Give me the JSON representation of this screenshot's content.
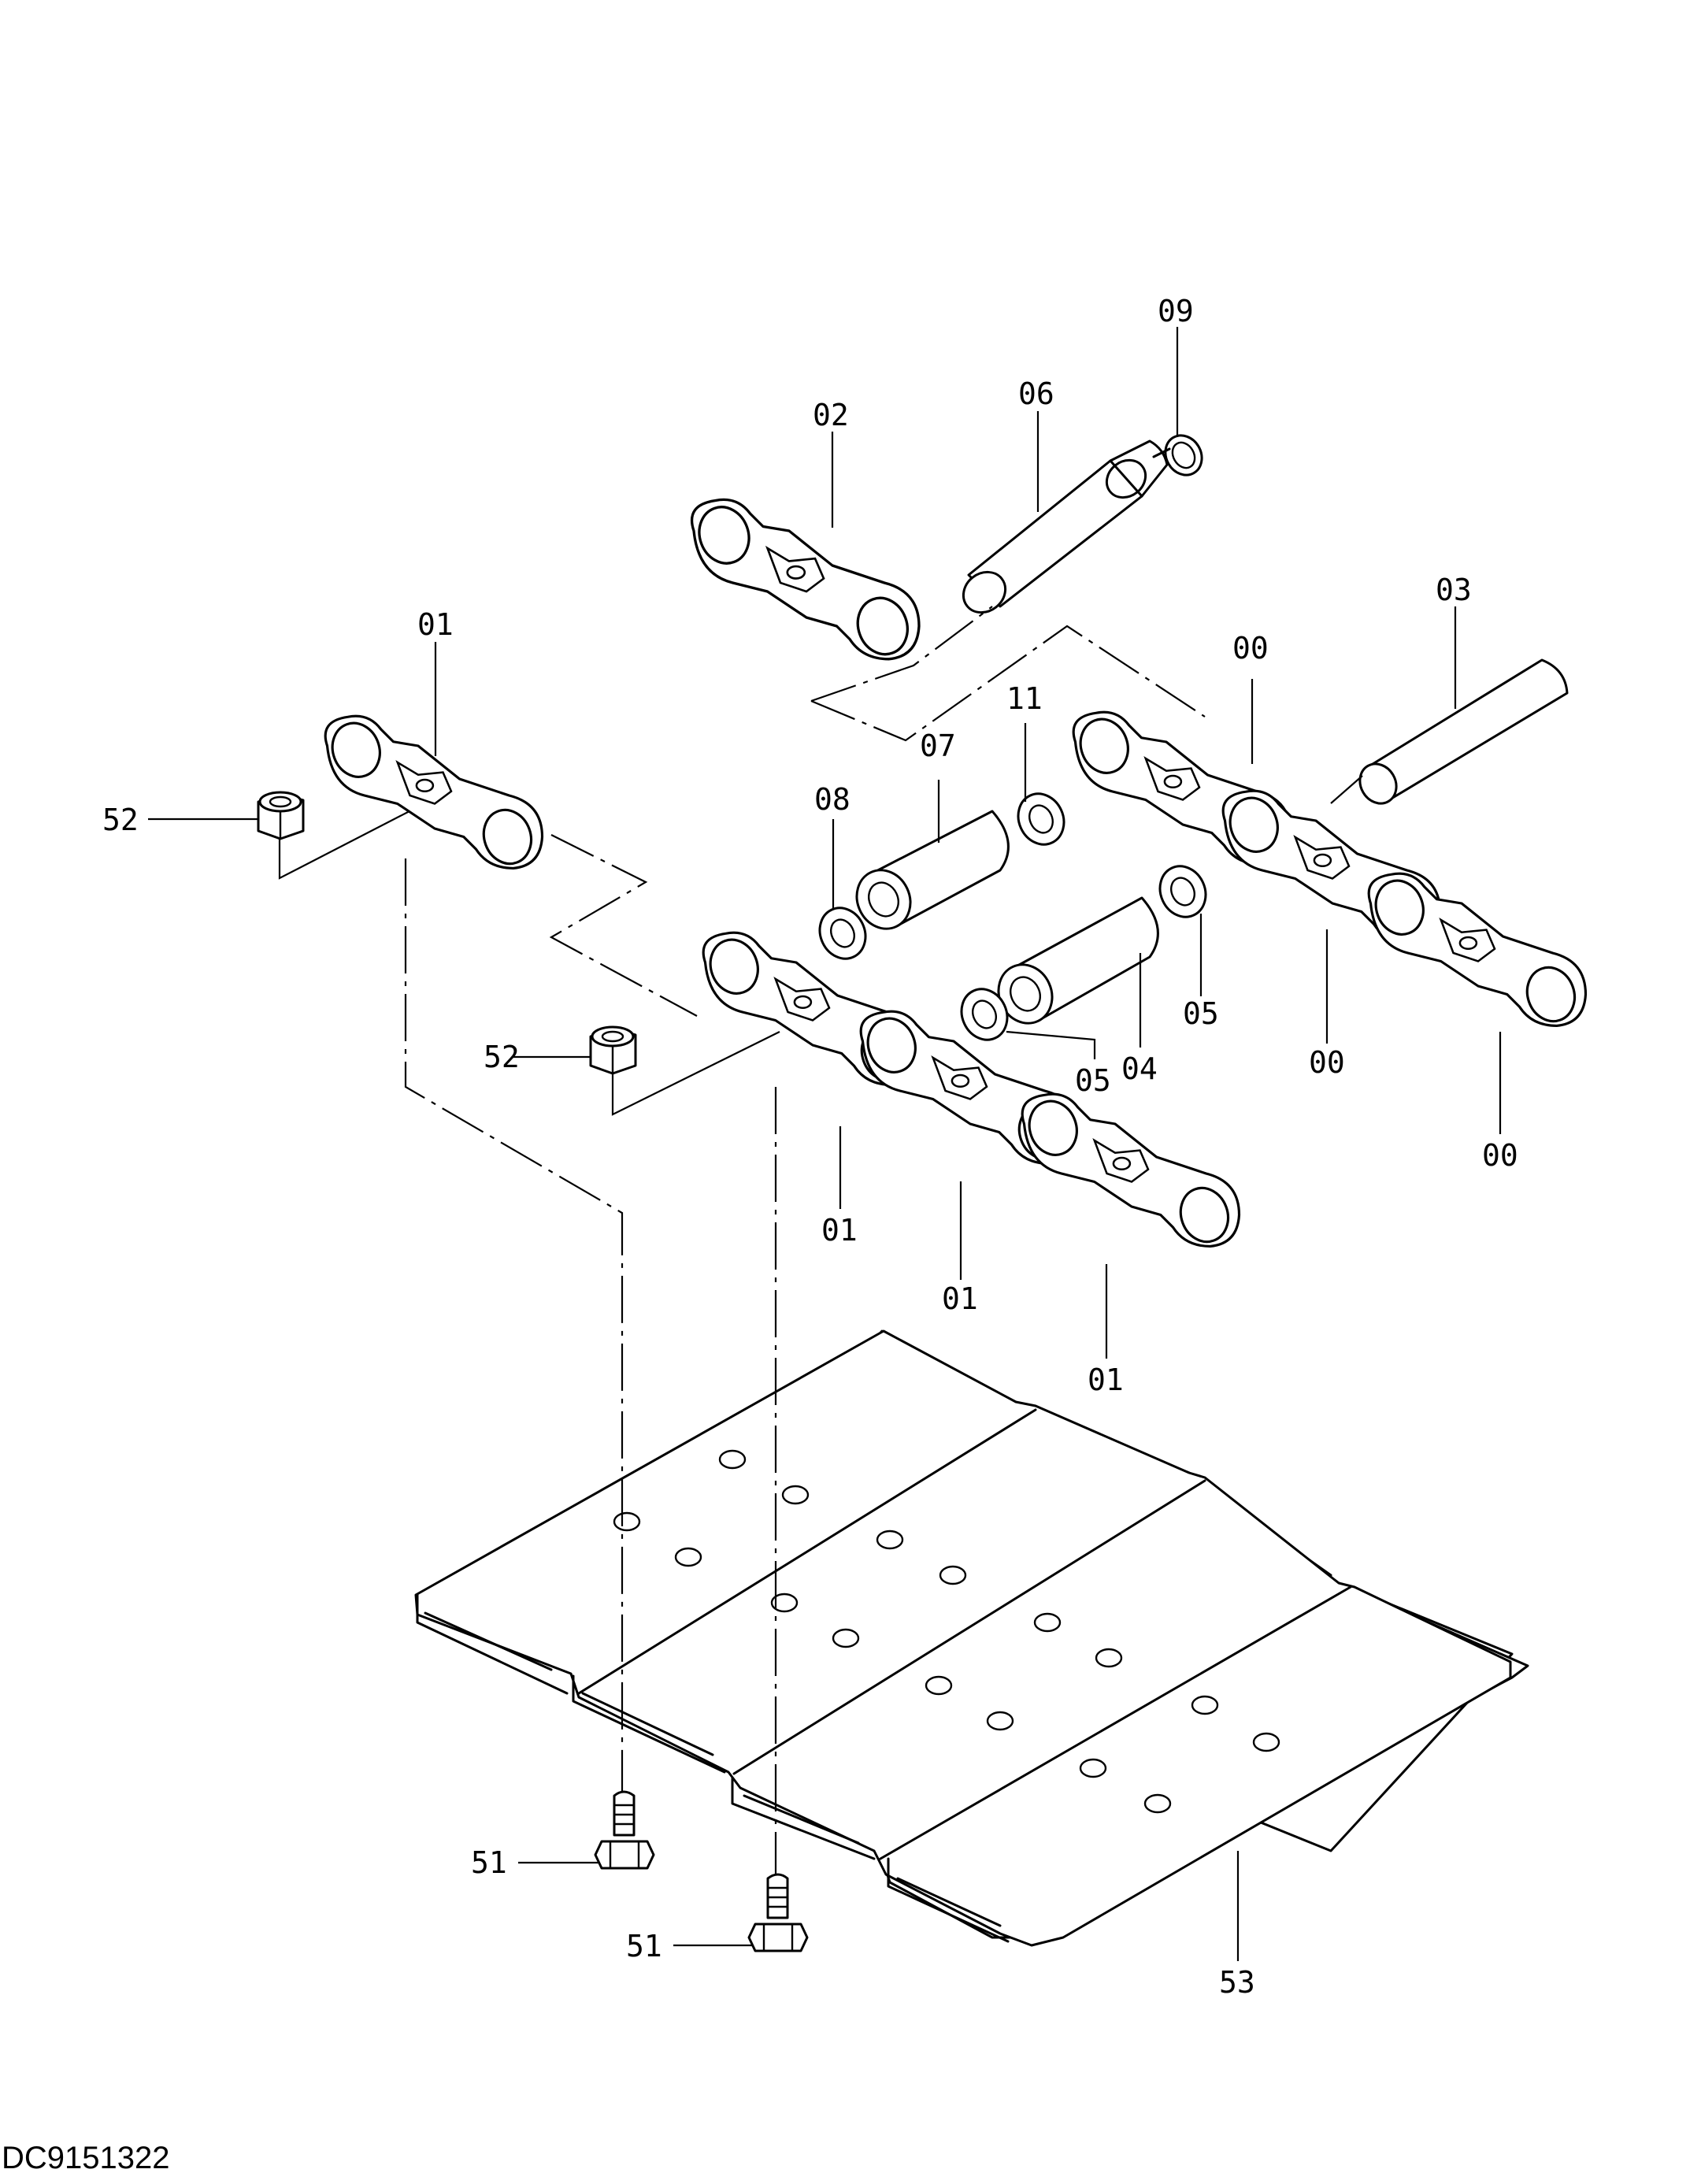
{
  "diagram_code": "DC9151322",
  "labels": {
    "l09": "09",
    "l06": "06",
    "l02": "02",
    "l03": "03",
    "l00_top": "00",
    "l11": "11",
    "l07": "07",
    "l08": "08",
    "l01_left": "01",
    "l52_top": "52",
    "l52_mid": "52",
    "l05_a": "05",
    "l05_b": "05",
    "l04": "04",
    "l00_mid": "00",
    "l00_right": "00",
    "l01_a": "01",
    "l01_b": "01",
    "l01_c": "01",
    "l51_a": "51",
    "l51_b": "51",
    "l53": "53"
  }
}
